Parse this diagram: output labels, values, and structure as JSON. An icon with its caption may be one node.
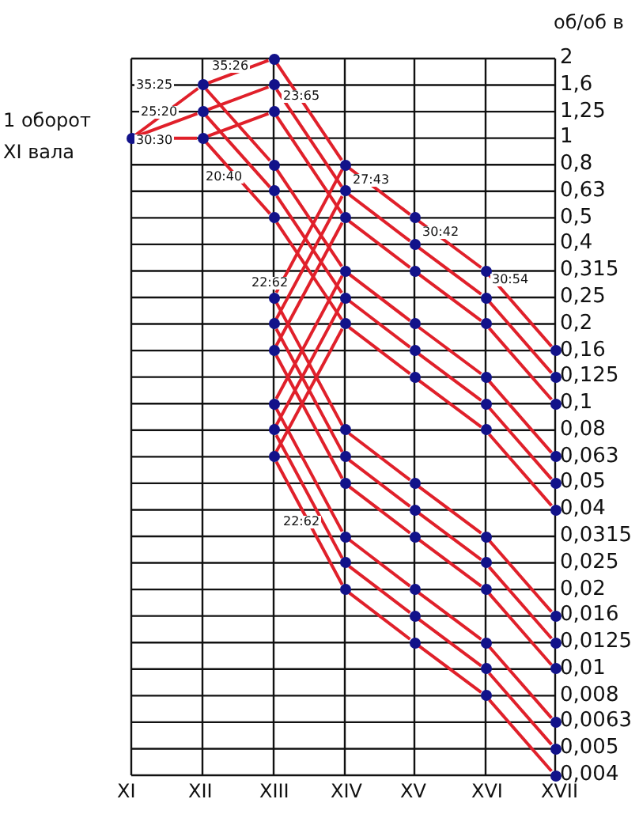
{
  "diagram": {
    "nodes": [
      {
        "text": [],
        "shape": "circle"
      },
      {
        "text": [],
        "shape": "circle"
      },
      {
        "text": [],
        "shape": "circle"
      },
      {
        "text": [],
        "shape": "circle"
      },
      {
        "text": [],
        "shape": "circle"
      },
      {
        "text": [],
        "shape": "circle"
      },
      {
        "text": [],
        "shape": "circle"
      },
      {
        "text": [],
        "shape": "circle"
      },
      {
        "text": [],
        "shape": "circle"
      },
      {
        "text": [],
        "shape": "circle"
      },
      {
        "text": [],
        "shape": "circle"
      },
      {
        "text": [],
        "shape": "circle"
      },
      {
        "text": [],
        "shape": "circle"
      },
      {
        "text": [],
        "shape": "circle"
      },
      {
        "text": [],
        "shape": "circle"
      },
      {
        "text": [],
        "shape": "circle"
      },
      {
        "text": [],
        "shape": "circle"
      },
      {
        "text": [],
        "shape": "circle"
      },
      {
        "text": [],
        "shape": "circle"
      },
      {
        "text": [],
        "shape": "circle"
      },
      {
        "text": [],
        "shape": "circle"
      },
      {
        "text": [],
        "shape": "circle"
      },
      {
        "text": [],
        "shape": "circle"
      },
      {
        "text": [],
        "shape": "circle"
      },
      {
        "text": [],
        "shape": "circle"
      },
      {
        "text": [],
        "shape": "circle"
      },
      {
        "text": [],
        "shape": "circle"
      },
      {
        "text": [],
        "shape": "circle"
      },
      {
        "text": [],
        "shape": "circle"
      },
      {
        "text": [],
        "shape": "circle"
      },
      {
        "text": [],
        "shape": "circle"
      },
      {
        "text": [],
        "shape": "circle"
      },
      {
        "text": [],
        "shape": "circle"
      },
      {
        "text": [],
        "shape": "circle"
      },
      {
        "text": [],
        "shape": "circle"
      },
      {
        "text": [],
        "shape": "circle"
      },
      {
        "text": [],
        "shape": "circle"
      },
      {
        "text": [],
        "shape": "circle"
      },
      {
        "text": [],
        "shape": "circle"
      },
      {
        "text": [],
        "shape": "circle"
      },
      {
        "text": [],
        "shape": "circle"
      },
      {
        "text": [],
        "shape": "circle"
      },
      {
        "text": [],
        "shape": "circle"
      },
      {
        "text": [],
        "shape": "circle"
      },
      {
        "text": [],
        "shape": "circle"
      },
      {
        "text": [],
        "shape": "circle"
      },
      {
        "text": [],
        "shape": "circle"
      },
      {
        "text": [],
        "shape": "circle"
      },
      {
        "text": [],
        "shape": "circle"
      },
      {
        "text": [],
        "shape": "circle"
      },
      {
        "text": [],
        "shape": "circle"
      },
      {
        "text": [],
        "shape": "circle"
      },
      {
        "text": [],
        "shape": "circle"
      },
      {
        "text": [],
        "shape": "circle"
      },
      {
        "text": [],
        "shape": "circle"
      },
      {
        "text": [],
        "shape": "circle"
      },
      {
        "text": [],
        "shape": "circle"
      },
      {
        "text": [],
        "shape": "circle"
      },
      {
        "text": [],
        "shape": "circle"
      },
      {
        "text": [],
        "shape": "circle"
      },
      {
        "text": [],
        "shape": "circle"
      },
      {
        "text": [],
        "shape": "circle"
      },
      {
        "text": [],
        "shape": "circle"
      },
      {
        "text": [],
        "shape": "circle"
      }
    ],
    "edges": [
      {
        "from": 0,
        "to": 1,
        "arrow": "none",
        "label": "35:25"
      },
      {
        "from": 0,
        "to": 2,
        "arrow": "none",
        "label": "25:20"
      },
      {
        "from": 0,
        "to": 3,
        "arrow": "none",
        "label": "30:30"
      },
      {
        "from": 1,
        "to": 4,
        "arrow": "none",
        "label": "35:26"
      },
      {
        "from": 1,
        "to": 7,
        "arrow": "none"
      },
      {
        "from": 2,
        "to": 5,
        "arrow": "none"
      },
      {
        "from": 2,
        "to": 8,
        "arrow": "none"
      },
      {
        "from": 3,
        "to": 6,
        "arrow": "none"
      },
      {
        "from": 3,
        "to": 9,
        "arrow": "none",
        "label": "20:40"
      },
      {
        "from": 4,
        "to": 16,
        "arrow": "none"
      },
      {
        "from": 5,
        "to": 17,
        "arrow": "none",
        "label": "23:65"
      },
      {
        "from": 6,
        "to": 18,
        "arrow": "none"
      },
      {
        "from": 7,
        "to": 19,
        "arrow": "none"
      },
      {
        "from": 8,
        "to": 20,
        "arrow": "none"
      },
      {
        "from": 9,
        "to": 21,
        "arrow": "none"
      },
      {
        "from": 10,
        "to": 16,
        "arrow": "none"
      },
      {
        "from": 11,
        "to": 17,
        "arrow": "none"
      },
      {
        "from": 12,
        "to": 18,
        "arrow": "none"
      },
      {
        "from": 10,
        "to": 22,
        "arrow": "none",
        "label": "22:62"
      },
      {
        "from": 11,
        "to": 23,
        "arrow": "none"
      },
      {
        "from": 12,
        "to": 24,
        "arrow": "none"
      },
      {
        "from": 13,
        "to": 19,
        "arrow": "none"
      },
      {
        "from": 14,
        "to": 20,
        "arrow": "none"
      },
      {
        "from": 15,
        "to": 21,
        "arrow": "none"
      },
      {
        "from": 13,
        "to": 25,
        "arrow": "none"
      },
      {
        "from": 14,
        "to": 26,
        "arrow": "none"
      },
      {
        "from": 15,
        "to": 27,
        "arrow": "none",
        "label": "22:62"
      },
      {
        "from": 16,
        "to": 28,
        "arrow": "none",
        "label": "27:43"
      },
      {
        "from": 17,
        "to": 29,
        "arrow": "none"
      },
      {
        "from": 18,
        "to": 30,
        "arrow": "none"
      },
      {
        "from": 19,
        "to": 31,
        "arrow": "none"
      },
      {
        "from": 20,
        "to": 32,
        "arrow": "none"
      },
      {
        "from": 21,
        "to": 33,
        "arrow": "none"
      },
      {
        "from": 22,
        "to": 34,
        "arrow": "none"
      },
      {
        "from": 23,
        "to": 35,
        "arrow": "none"
      },
      {
        "from": 24,
        "to": 36,
        "arrow": "none"
      },
      {
        "from": 25,
        "to": 37,
        "arrow": "none"
      },
      {
        "from": 26,
        "to": 38,
        "arrow": "none"
      },
      {
        "from": 27,
        "to": 39,
        "arrow": "none"
      },
      {
        "from": 28,
        "to": 40,
        "arrow": "none",
        "label": "30:42"
      },
      {
        "from": 29,
        "to": 41,
        "arrow": "none"
      },
      {
        "from": 30,
        "to": 42,
        "arrow": "none"
      },
      {
        "from": 31,
        "to": 43,
        "arrow": "none"
      },
      {
        "from": 32,
        "to": 44,
        "arrow": "none"
      },
      {
        "from": 33,
        "to": 45,
        "arrow": "none"
      },
      {
        "from": 34,
        "to": 46,
        "arrow": "none"
      },
      {
        "from": 35,
        "to": 47,
        "arrow": "none"
      },
      {
        "from": 36,
        "to": 48,
        "arrow": "none"
      },
      {
        "from": 37,
        "to": 49,
        "arrow": "none"
      },
      {
        "from": 38,
        "to": 50,
        "arrow": "none"
      },
      {
        "from": 39,
        "to": 51,
        "arrow": "none"
      },
      {
        "from": 40,
        "to": 52,
        "arrow": "none",
        "label": "30:54"
      },
      {
        "from": 41,
        "to": 53,
        "arrow": "none"
      },
      {
        "from": 42,
        "to": 54,
        "arrow": "none"
      },
      {
        "from": 43,
        "to": 55,
        "arrow": "none"
      },
      {
        "from": 44,
        "to": 56,
        "arrow": "none"
      },
      {
        "from": 45,
        "to": 57,
        "arrow": "none"
      },
      {
        "from": 46,
        "to": 58,
        "arrow": "none"
      },
      {
        "from": 47,
        "to": 59,
        "arrow": "none"
      },
      {
        "from": 48,
        "to": 60,
        "arrow": "none"
      },
      {
        "from": 49,
        "to": 61,
        "arrow": "none"
      },
      {
        "from": 50,
        "to": 62,
        "arrow": "none"
      },
      {
        "from": 51,
        "to": 63,
        "arrow": "none"
      }
    ],
    "labels": [
      "об/об в",
      "1 оборот XI вала",
      "2",
      "1,6",
      "1,25",
      "1",
      "0,8",
      "0,63",
      "0,5",
      "0,4",
      "0,315",
      "0,25",
      "0,2",
      "0,16",
      "0,125",
      "0,1",
      "0,08",
      "0,063",
      "0,05",
      "0,04",
      "0,0315",
      "0,025",
      "0,02",
      "0,016",
      "0,0125",
      "0,01",
      "0,008",
      "0,0063",
      "0,005",
      "0,004",
      "XI",
      "XII",
      "XIII",
      "XIV",
      "XV",
      "XVI",
      "XVII"
    ]
  }
}
